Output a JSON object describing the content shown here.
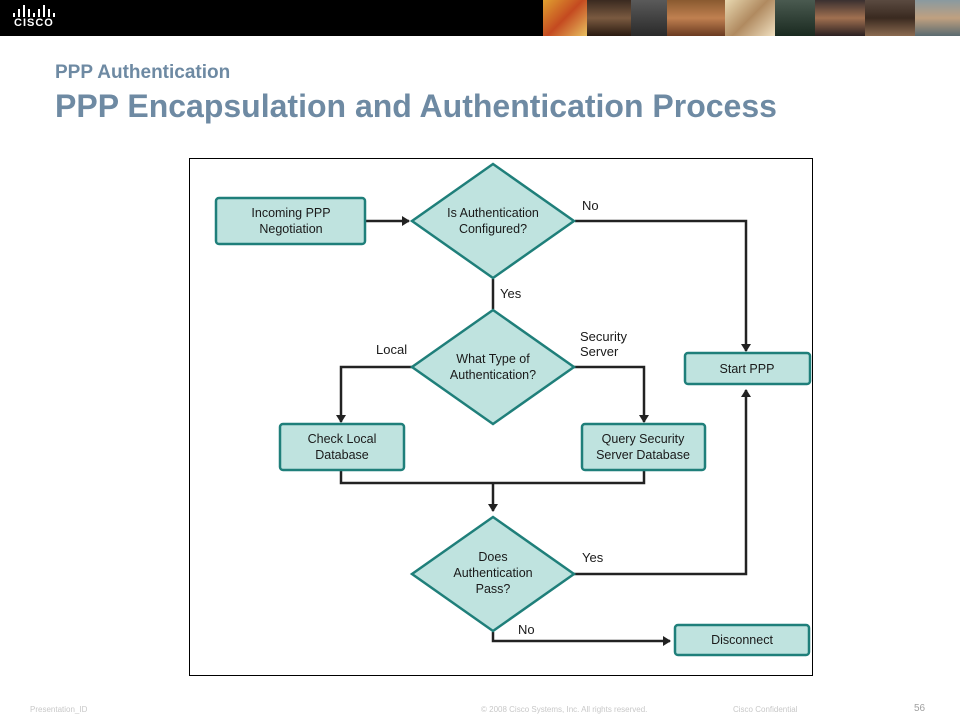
{
  "header": {
    "logo_text": "CISCO",
    "subtitle": "PPP Authentication",
    "title": "PPP Encapsulation and Authentication Process"
  },
  "diagram": {
    "nodes": {
      "incoming": [
        "Incoming PPP",
        "Negotiation"
      ],
      "auth_configured": [
        "Is Authentication",
        "Configured?"
      ],
      "auth_type": [
        "What Type of",
        "Authentication?"
      ],
      "check_local": [
        "Check Local",
        "Database"
      ],
      "query_security": [
        "Query Security",
        "Server Database"
      ],
      "auth_pass": [
        "Does",
        "Authentication",
        "Pass?"
      ],
      "start_ppp": [
        "Start PPP"
      ],
      "disconnect": [
        "Disconnect"
      ]
    },
    "edges": {
      "no_top": "No",
      "yes_down": "Yes",
      "local": "Local",
      "security_server": [
        "Security",
        "Server"
      ],
      "yes_pass": "Yes",
      "no_pass": "No"
    },
    "colors": {
      "box_fill": "#bfe3df",
      "box_stroke": "#1f7f7a",
      "arrow": "#222222"
    }
  },
  "footer": {
    "presentation_id": "Presentation_ID",
    "copyright": "© 2008 Cisco Systems, Inc. All rights reserved.",
    "confidential": "Cisco Confidential",
    "page_number": "56"
  }
}
